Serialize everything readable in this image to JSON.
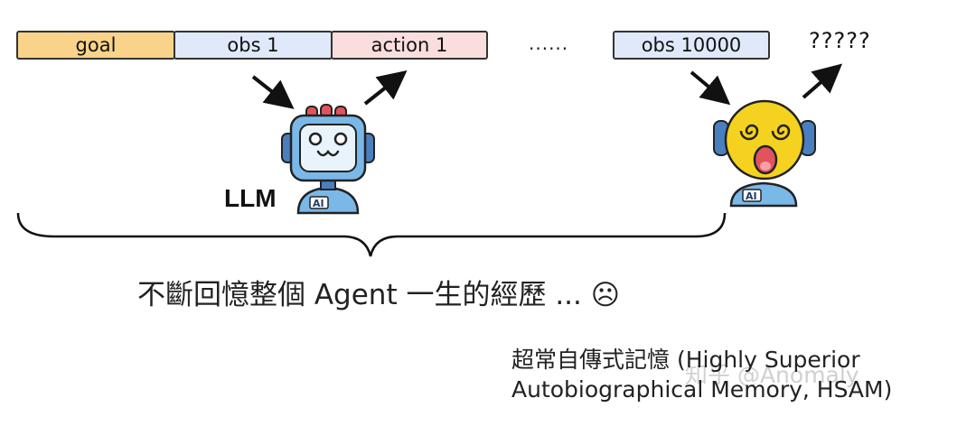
{
  "sequence": {
    "goal": "goal",
    "obs1": "obs 1",
    "action1": "action 1",
    "ellipsis": "......",
    "obs_last": "obs 10000",
    "unknown": "?????"
  },
  "labels": {
    "llm": "LLM",
    "robot_chest_left": "AI",
    "robot_chest_right": "AI"
  },
  "caption": "不斷回憶整個 Agent 一生的經歷 ... ☹",
  "hsam": {
    "line1": "超常自傳式記憶 (Highly Superior",
    "line2": "Autobiographical Memory, HSAM)"
  },
  "watermark": "知乎 @Anomaly",
  "colors": {
    "goal": "#f9d38a",
    "obs": "#dfe9f9",
    "action": "#f9dedd",
    "robot_blue": "#7ab8e8",
    "robot_face": "#f5d21f"
  },
  "icons": [
    "robot-happy-icon",
    "dizzy-face-robot-icon",
    "arrow-icon"
  ]
}
